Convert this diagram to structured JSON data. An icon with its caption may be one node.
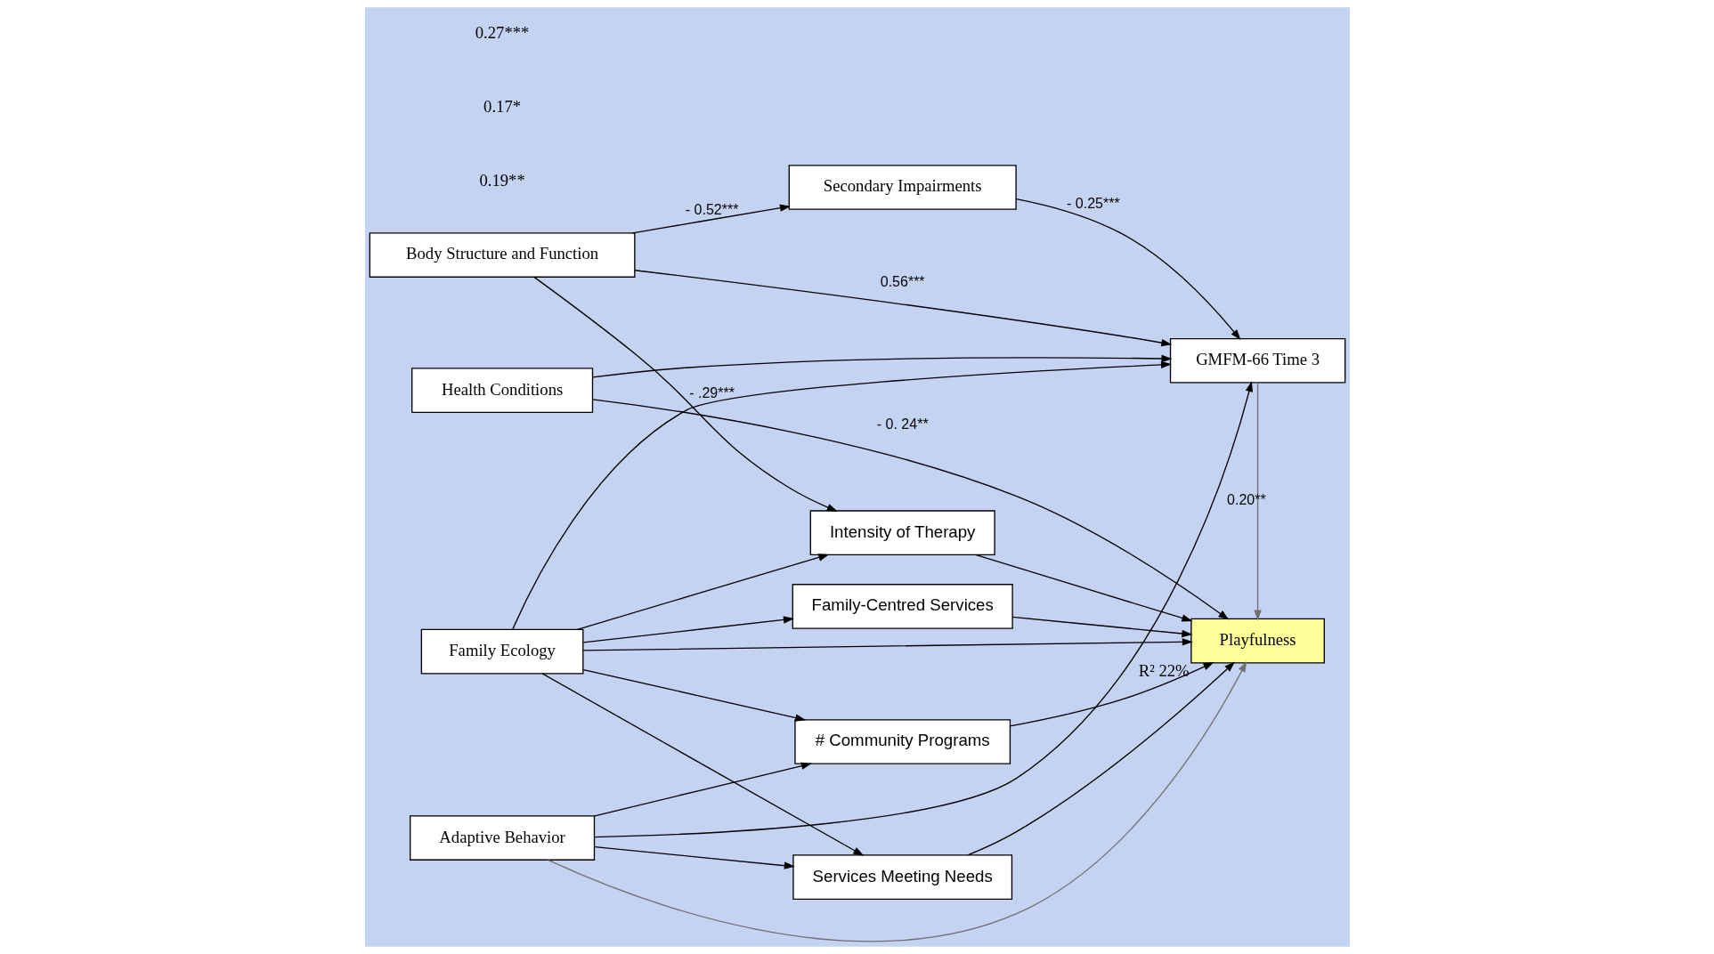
{
  "diagram": {
    "nodes": [
      {
        "text": [
          "Body Structure and Function"
        ]
      },
      {
        "text": [
          "Health Conditions"
        ]
      },
      {
        "text": [
          "Adaptive Behavior"
        ]
      },
      {
        "text": [
          "Family Ecology"
        ]
      },
      {
        "text": [
          "Secondary Impairments"
        ]
      },
      {
        "text": [
          "GMFM-66 Time 3"
        ]
      },
      {
        "text": [
          "Playfulness"
        ],
        "beside": [
          "R² 22%"
        ]
      },
      {
        "text": [
          "Intensity of Therapy"
        ]
      },
      {
        "text": [
          "Family-Centred Services"
        ]
      },
      {
        "text": [
          "# Community Programs"
        ]
      },
      {
        "text": [
          "Services Meeting Needs"
        ]
      }
    ],
    "edges": [
      {
        "from": 0,
        "to": 4,
        "arrow": "to",
        "label": "- 0.52***"
      },
      {
        "from": 4,
        "to": 5,
        "arrow": "to",
        "label": "- 0.25***"
      },
      {
        "from": 0,
        "to": 5,
        "arrow": "to",
        "label": "0.56***"
      },
      {
        "from": 0,
        "to": 7,
        "arrow": "to",
        "label": "- .29***"
      },
      {
        "from": 1,
        "to": 5,
        "arrow": "to"
      },
      {
        "from": 1,
        "to": 6,
        "arrow": "to",
        "label": "- 0. 24**"
      },
      {
        "from": 2,
        "to": 5,
        "arrow": "to"
      },
      {
        "from": 2,
        "to": 6,
        "arrow": "to",
        "color": "#707070"
      },
      {
        "from": 2,
        "to": 9,
        "arrow": "to"
      },
      {
        "from": 2,
        "to": 10,
        "arrow": "to"
      },
      {
        "from": 3,
        "to": 5,
        "arrow": "to"
      },
      {
        "from": 3,
        "to": 6,
        "arrow": "to"
      },
      {
        "from": 3,
        "to": 7,
        "arrow": "to"
      },
      {
        "from": 3,
        "to": 8,
        "arrow": "to"
      },
      {
        "from": 3,
        "to": 9,
        "arrow": "to"
      },
      {
        "from": 3,
        "to": 10,
        "arrow": "to"
      },
      {
        "from": 5,
        "to": 6,
        "arrow": "to",
        "label": "0.20**",
        "color": "#707070"
      },
      {
        "from": 7,
        "to": 6,
        "arrow": "to"
      },
      {
        "from": 8,
        "to": 6,
        "arrow": "to"
      },
      {
        "from": 9,
        "to": 6,
        "arrow": "to"
      },
      {
        "from": 10,
        "to": 6,
        "arrow": "to"
      }
    ],
    "labels": [
      "0.19**",
      "0.17*",
      "0.27***"
    ]
  }
}
